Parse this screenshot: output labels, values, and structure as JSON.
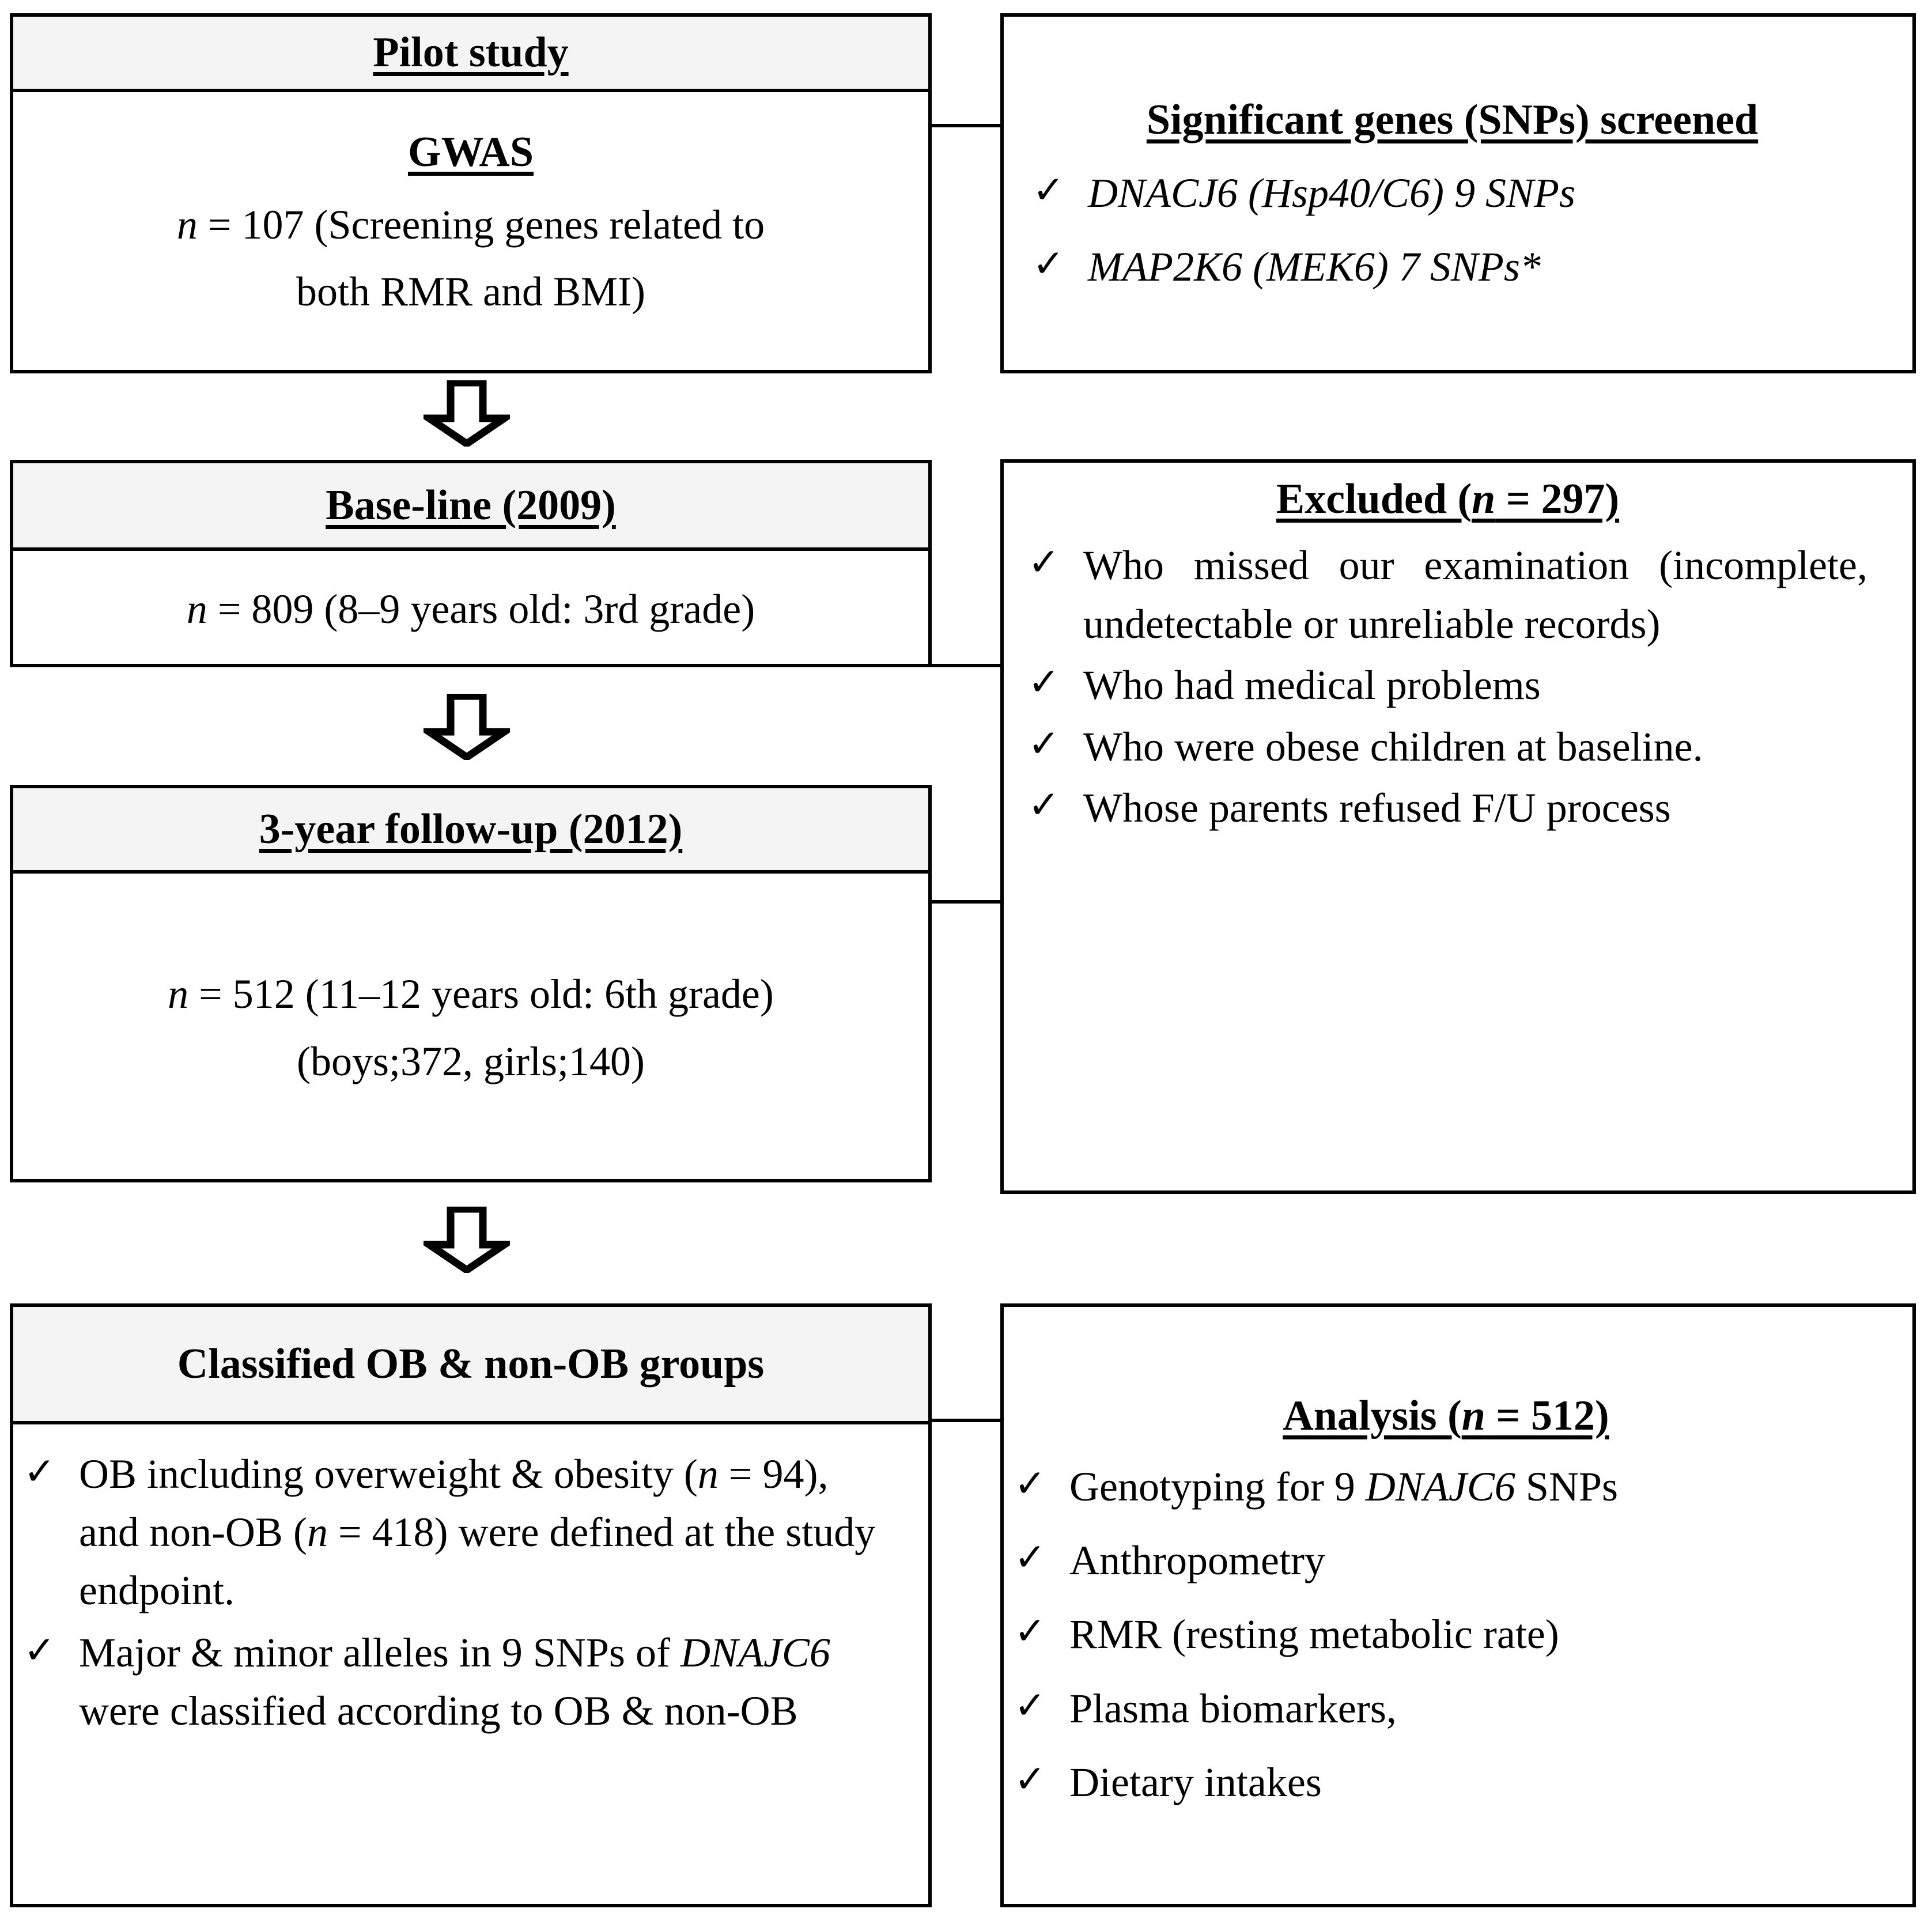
{
  "figure": {
    "type": "flowchart",
    "title": "Study design flow diagram",
    "colors": {
      "line": "#000000",
      "header_fill": "#f4f4f4",
      "background": "#ffffff"
    }
  },
  "boxes": {
    "pilot": {
      "header": "Pilot study",
      "subheader": "GWAS ",
      "lines": [
        "n = 107 (Screening genes related to",
        "both RMR and BMI)"
      ],
      "n_italic": "n",
      "line1_rest": " = 107 (Screening genes related to",
      "line2": "both RMR and BMI)"
    },
    "genes": {
      "header": "Significant genes (SNPs) screened",
      "items": [
        "DNACJ6 (Hsp40/C6) 9 SNPs",
        "MAP2K6 (MEK6) 7 SNPs*"
      ]
    },
    "baseline": {
      "header": "Base-line (2009)",
      "n_italic": "n",
      "line1_rest": " = 809 (8–9 years old: 3rd grade)"
    },
    "excluded": {
      "header_pre": "Excluded (",
      "header_italic": "n",
      "header_post": " = 297)",
      "items": [
        "Who missed our examination (incomplete, undetectable or unreliable records)",
        "Who had medical problems",
        "Who were obese children at baseline.",
        "Whose parents refused F/U process"
      ]
    },
    "followup": {
      "header": "3-year follow-up (2012)",
      "n_italic": "n",
      "line1_rest": " = 512 (11–12 years old: 6th grade)",
      "line2": "(boys;372, girls;140)"
    },
    "classified": {
      "header": "Classified OB & non-OB groups",
      "item1_parts": [
        {
          "t": "OB including overweight & obesity ("
        },
        {
          "t": "n",
          "i": true
        },
        {
          "t": " = 94), and non-OB ("
        },
        {
          "t": "n",
          "i": true
        },
        {
          "t": " = 418) were defined at the study endpoint."
        }
      ],
      "item2_parts": [
        {
          "t": "Major & minor alleles in 9 SNPs of "
        },
        {
          "t": "DNAJC6",
          "i": true
        },
        {
          "t": " were classified according to OB & non-OB"
        }
      ]
    },
    "analysis": {
      "header_pre": "Analysis (",
      "header_italic": "n",
      "header_post": " = 512)",
      "items": [
        {
          "pre": "Genotyping for 9 ",
          "ital": "DNAJC6",
          "post": " SNPs"
        },
        {
          "pre": "Anthropometry",
          "ital": "",
          "post": ""
        },
        {
          "pre": "RMR (resting metabolic rate)",
          "ital": "",
          "post": ""
        },
        {
          "pre": "Plasma biomarkers,",
          "ital": "",
          "post": ""
        },
        {
          "pre": "Dietary intakes",
          "ital": "",
          "post": ""
        }
      ]
    }
  },
  "icons": {
    "check": "✓",
    "arrow": "down-block-arrow"
  }
}
